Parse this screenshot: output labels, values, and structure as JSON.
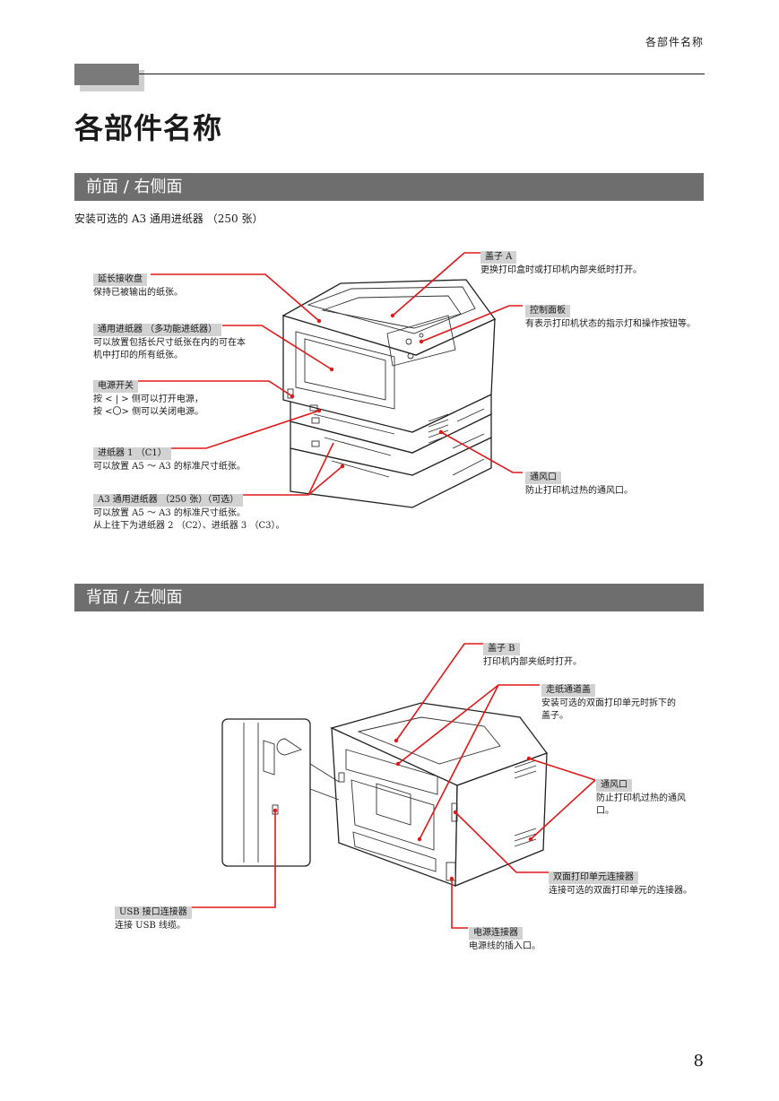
{
  "running_header": "各部件名称",
  "page_title": "各部件名称",
  "page_number": "8",
  "colors": {
    "section_bar": "#6e6e6e",
    "callout_label_bg": "#d2d2d2",
    "leader_line": "#e01818"
  },
  "front": {
    "heading": "前面 / 右侧面",
    "subtitle": "安装可选的 A3 通用进纸器 （250 张）",
    "callouts": {
      "cover_a": {
        "label": "盖子 A",
        "desc": "更换打印盒时或打印机内部夹纸时打开。"
      },
      "output_tray": {
        "label": "延长接收盘",
        "desc": "保持已被输出的纸张。"
      },
      "control_panel": {
        "label": "控制面板",
        "desc": "有表示打印机状态的指示灯和操作按钮等。"
      },
      "mp_tray": {
        "label": "通用进纸器 （多功能进纸器）",
        "desc": "可以放置包括长尺寸纸张在内的可在本\n机中打印的所有纸张。"
      },
      "power_switch": {
        "label": "电源开关",
        "desc": "按 < | > 侧可以打开电源，\n按 <〇> 侧可以关闭电源。"
      },
      "vent": {
        "label": "通风口",
        "desc": "防止打印机过热的通风口。"
      },
      "tray1": {
        "label": "进纸器 1 （C1）",
        "desc": "可以放置 A5 ～ A3 的标准尺寸纸张。"
      },
      "a3_feeder": {
        "label": "A3 通用进纸器 （250 张）（可选）",
        "desc": "可以放置 A5 ～ A3 的标准尺寸纸张。\n从上往下为进纸器 2 （C2）、进纸器 3 （C3）。"
      }
    }
  },
  "back": {
    "heading": "背面 / 左侧面",
    "callouts": {
      "cover_b": {
        "label": "盖子 B",
        "desc": "打印机内部夹纸时打开。"
      },
      "paper_path_cover": {
        "label": "走纸通道盖",
        "desc": "安装可选的双面打印单元时拆下的\n盖子。"
      },
      "vent": {
        "label": "通风口",
        "desc": "防止打印机过热的通风\n口。"
      },
      "duplex_connector": {
        "label": "双面打印单元连接器",
        "desc": "连接可选的双面打印单元的连接器。"
      },
      "usb": {
        "label": "USB 接口连接器",
        "desc": "连接 USB 线缆。"
      },
      "power_connector": {
        "label": "电源连接器",
        "desc": "电源线的插入口。"
      }
    }
  }
}
